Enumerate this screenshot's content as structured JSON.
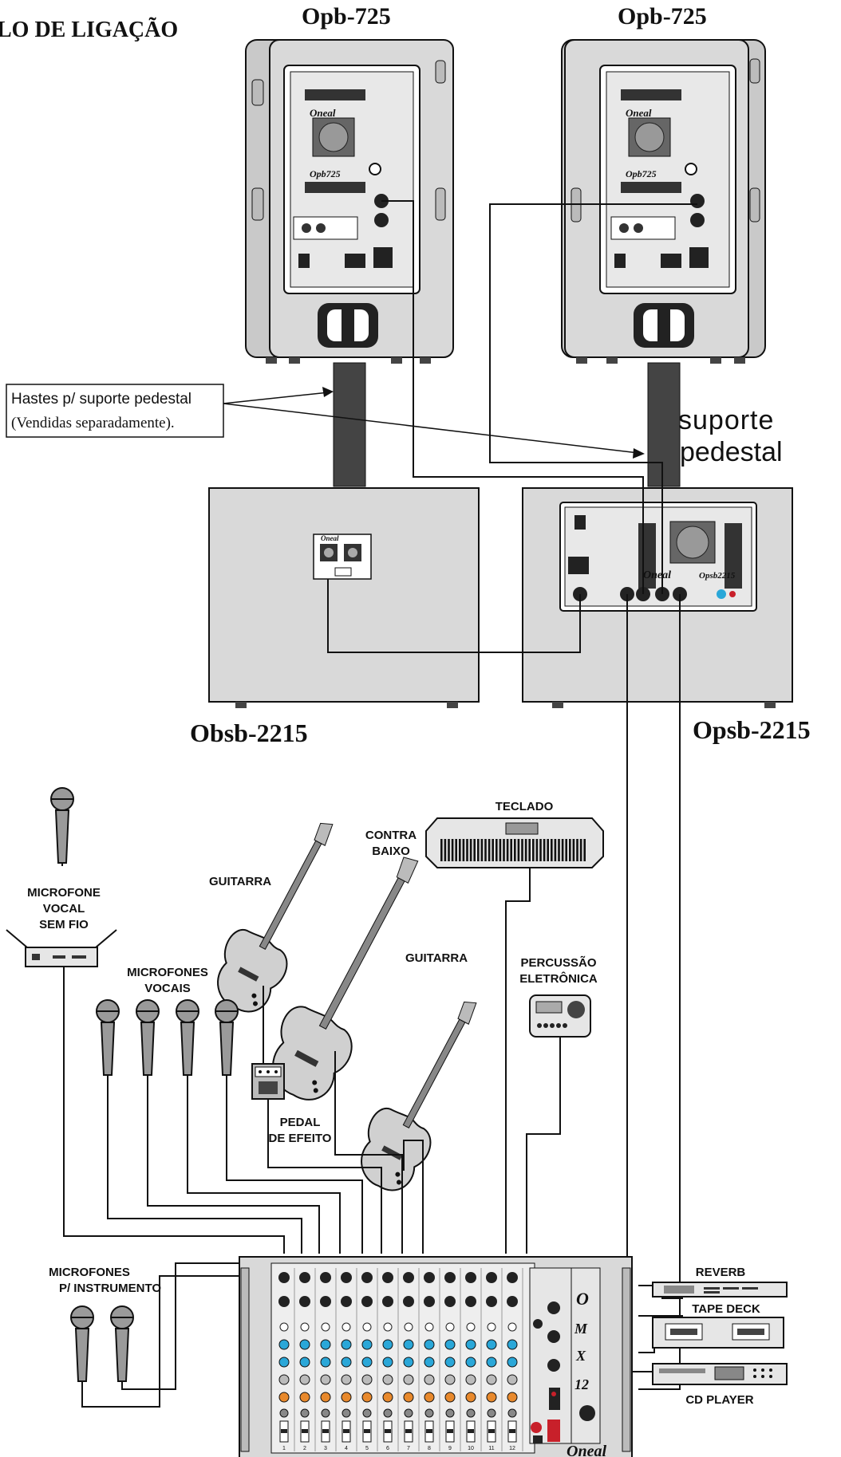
{
  "title": "LO DE LIGAÇÃO",
  "speakers": {
    "left_top": "Opb-725",
    "right_top": "Opb-725",
    "left_sub": "Obsb-2215",
    "right_sub": "Opsb-2215"
  },
  "callout": {
    "line1": "Hastes p/ suporte pedestal",
    "line2": "(Vendidas separadamente)."
  },
  "stand": {
    "line1": "suporte",
    "line2": "pedestal"
  },
  "brand": "Oneal",
  "model_top": "Opb725",
  "model_sub": "Opsb2215",
  "instruments": {
    "wireless_mic": [
      "MICROFONE",
      "VOCAL",
      "SEM FIO"
    ],
    "guitar1": "GUITARRA",
    "bass": [
      "CONTRA",
      "BAIXO"
    ],
    "keyboard": "TECLADO",
    "vocal_mics": [
      "MICROFONES",
      "VOCAIS"
    ],
    "guitar2": "GUITARRA",
    "percussion": [
      "PERCUSSÃO",
      "ELETRÔNICA"
    ],
    "pedal": [
      "PEDAL",
      "DE EFEITO"
    ],
    "instrument_mics": [
      "MICROFONES",
      "P/ INSTRUMENTO"
    ]
  },
  "outboard": {
    "reverb": "REVERB",
    "tape": "TAPE DECK",
    "cd": "CD PLAYER"
  },
  "mixer": {
    "model_letters": [
      "O",
      "M",
      "X",
      "12"
    ],
    "channels": [
      "1",
      "2",
      "3",
      "4",
      "5",
      "6",
      "7",
      "8",
      "9",
      "10",
      "11",
      "12"
    ]
  },
  "colors": {
    "panel": "#d9d9d9",
    "pole": "#444444",
    "knob_blue": "#2aa7d8",
    "knob_orange": "#e8892c",
    "fader_red": "#c8202a"
  }
}
